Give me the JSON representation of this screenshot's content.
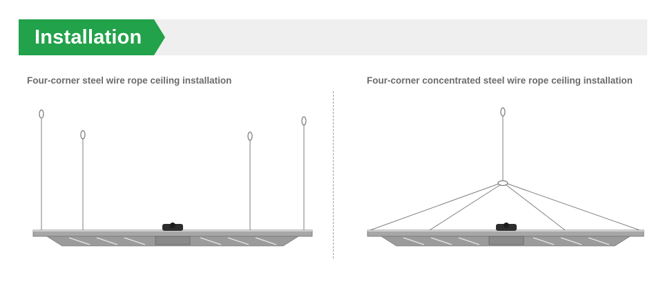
{
  "header": {
    "title": "Installation",
    "accent_color": "#22a24a",
    "bar_color": "#efefef"
  },
  "panels": [
    {
      "caption": "Four-corner steel wire rope ceiling installation",
      "illustration": "grow-light-four-corner-hanging"
    },
    {
      "caption": "Four-corner concentrated steel wire rope ceiling installation",
      "illustration": "grow-light-concentrated-hanging"
    }
  ]
}
